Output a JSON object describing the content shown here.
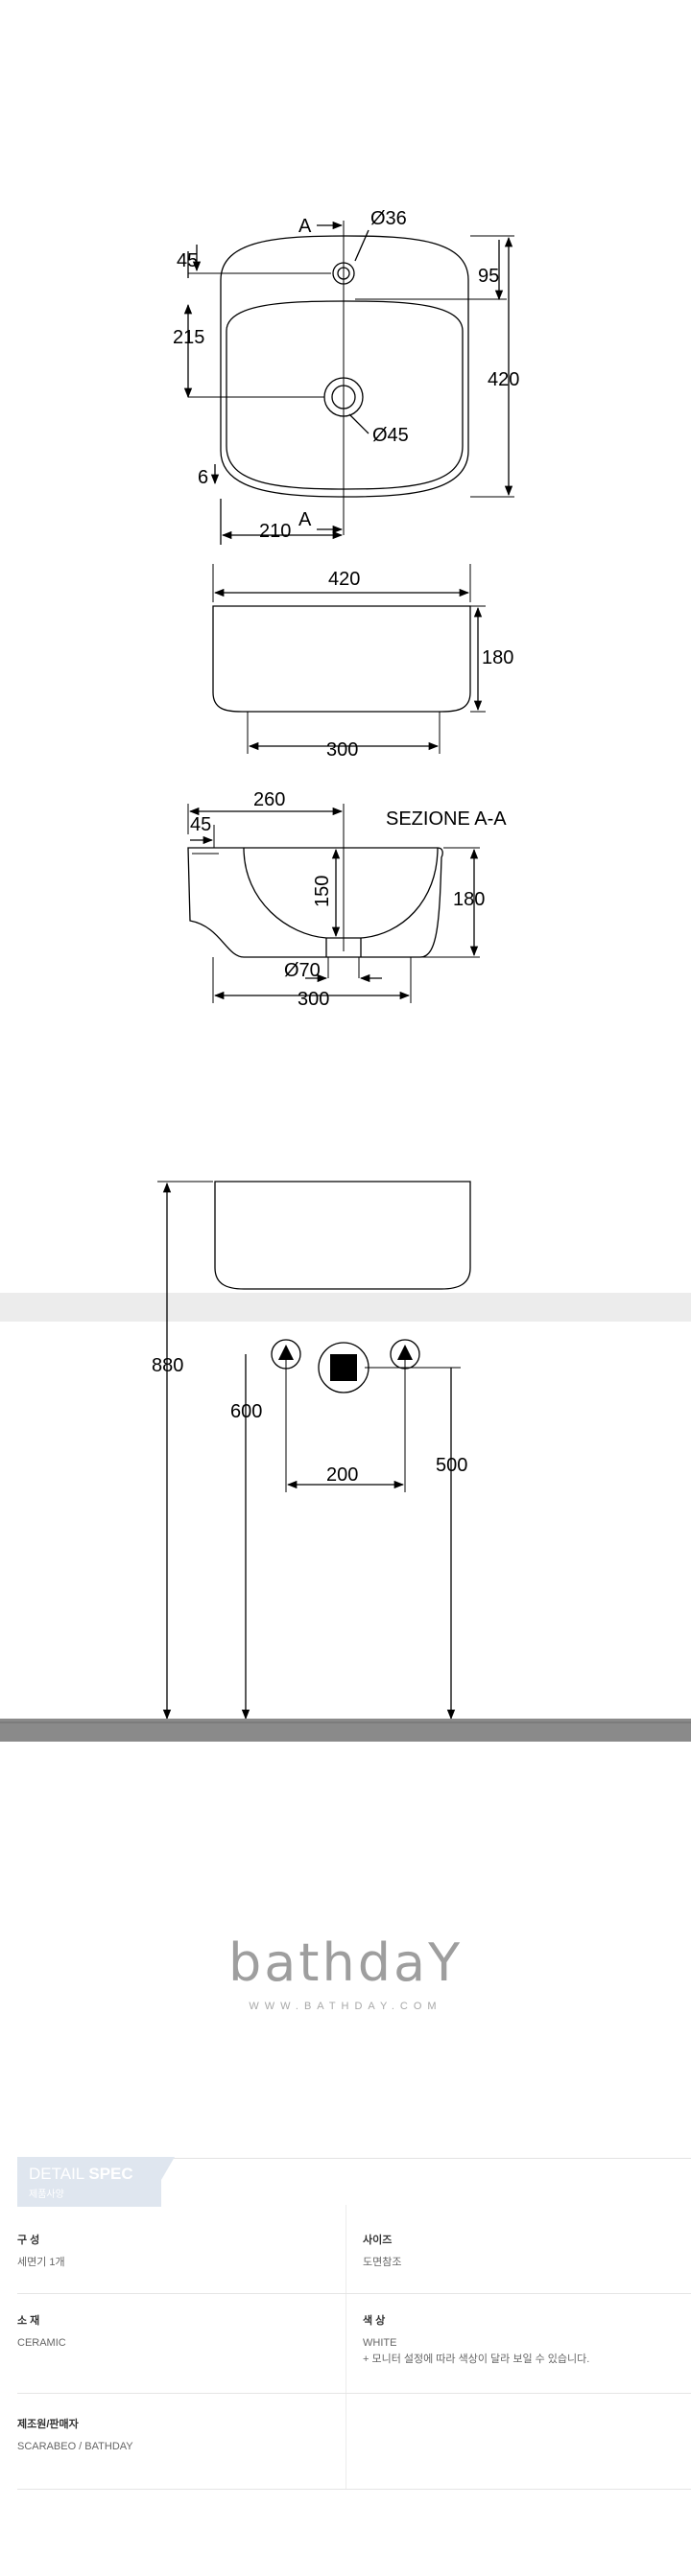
{
  "drawing": {
    "top_view": {
      "label_a_top": "A",
      "label_a_bottom": "A",
      "dim_tap_hole": "Ø36",
      "dim_drain": "Ø45",
      "dim_45": "45",
      "dim_95": "95",
      "dim_215": "215",
      "dim_420": "420",
      "dim_6": "6",
      "dim_210": "210"
    },
    "front_view": {
      "dim_width": "420",
      "dim_height": "180",
      "dim_base": "300"
    },
    "section_view": {
      "title": "SEZIONE A-A",
      "dim_260": "260",
      "dim_45": "45",
      "dim_150": "150",
      "dim_180": "180",
      "dim_drain": "Ø70",
      "dim_base": "300"
    },
    "install_view": {
      "dim_880": "880",
      "dim_600": "600",
      "dim_500": "500",
      "dim_200": "200"
    }
  },
  "brand": {
    "logo_text": "bathdaY",
    "url": "WWW.BATHDAY.COM"
  },
  "spec": {
    "tab_title_light": "DETAIL ",
    "tab_title_bold": "SPEC",
    "tab_subtitle": "제품사양",
    "composition_label": "구 성",
    "composition_value": "세면기 1개",
    "size_label": "사이즈",
    "size_value": "도면참조",
    "material_label": "소 재",
    "material_value": "CERAMIC",
    "color_label": "색 상",
    "color_value": "WHITE",
    "color_note": "+ 모니터 설정에 따라 색상이 달라 보일 수 있습니다.",
    "maker_label": "제조원/판매자",
    "maker_value": "SCARABEO / BATHDAY"
  },
  "colors": {
    "line": "#000000",
    "band": "#ececec",
    "floor": "#8a8a8a",
    "logo": "#9e9e9e",
    "tab": "#dfe6ef"
  }
}
